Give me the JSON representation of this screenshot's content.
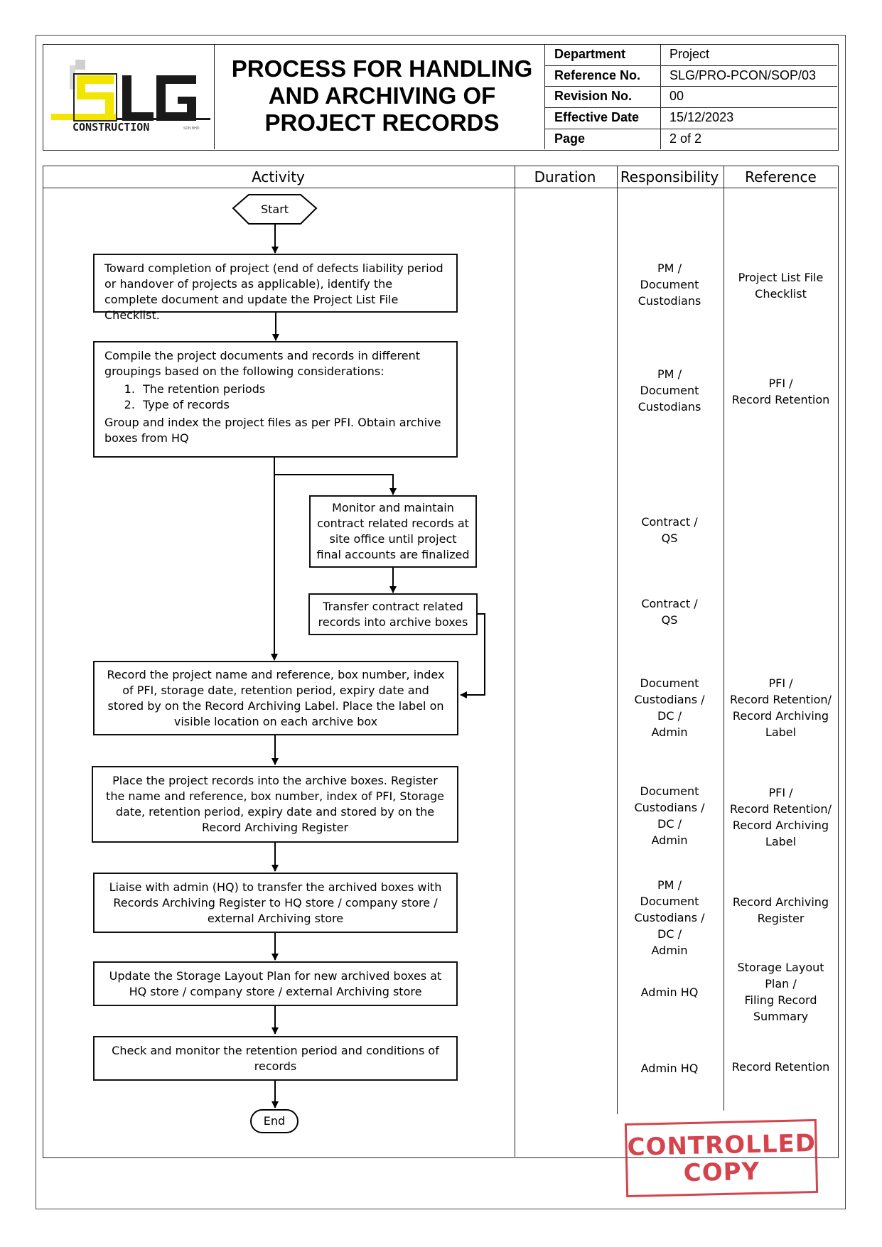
{
  "header": {
    "logo": {
      "letters": "SLG",
      "sub": "CONSTRUCTION",
      "mark": "SDN BHD"
    },
    "title_lines": [
      "PROCESS FOR HANDLING",
      "AND ARCHIVING OF",
      "PROJECT RECORDS"
    ],
    "meta": [
      {
        "label": "Department",
        "value": "Project"
      },
      {
        "label": "Reference No.",
        "value": "SLG/PRO-PCON/SOP/03"
      },
      {
        "label": "Revision No.",
        "value": "00"
      },
      {
        "label": "Effective Date",
        "value": "15/12/2023"
      },
      {
        "label": "Page",
        "value": "2 of 2"
      }
    ]
  },
  "table": {
    "columns": [
      "Activity",
      "Duration",
      "Responsibility",
      "Reference"
    ]
  },
  "flow": {
    "start": "Start",
    "end": "End",
    "step1": "Toward completion of project (end of defects liability period or handover of projects as applicable), identify the complete document and update the Project List File Checklist.",
    "step2": {
      "intro": "Compile the project documents and records in different groupings based on the following considerations:",
      "items": [
        "The retention periods",
        "Type of records"
      ],
      "outro": "Group and index the project files as per PFI. Obtain archive boxes from HQ"
    },
    "step3": "Monitor and maintain contract related records at site office until project final accounts are finalized",
    "step4": "Transfer contract related records into archive boxes",
    "step5": "Record the project name and reference, box number, index of PFI, storage date, retention period, expiry date and stored by on the Record Archiving Label. Place the label on visible location on each archive box",
    "step6": "Place the project records into the archive boxes. Register the name and reference, box number, index of PFI, Storage date, retention period, expiry date and stored by on the Record Archiving Register",
    "step7": "Liaise with admin (HQ) to transfer the archived boxes with Records Archiving Register to HQ store / company store / external Archiving store",
    "step8": "Update the Storage Layout Plan for new archived boxes at HQ store / company store / external Archiving store",
    "step9": "Check and monitor the retention period and conditions of records"
  },
  "responsibility": {
    "r1": [
      "PM /",
      "Document",
      "Custodians"
    ],
    "r2": [
      "PM /",
      "Document",
      "Custodians"
    ],
    "r3": [
      "Contract /",
      "QS"
    ],
    "r4": [
      "Contract /",
      "QS"
    ],
    "r5": [
      "Document",
      "Custodians /",
      "DC /",
      "Admin"
    ],
    "r6": [
      "Document",
      "Custodians /",
      "DC /",
      "Admin"
    ],
    "r7": [
      "PM /",
      "Document",
      "Custodians /",
      "DC /",
      "Admin"
    ],
    "r8": [
      "Admin HQ"
    ],
    "r9": [
      "Admin HQ"
    ]
  },
  "reference": {
    "f1": [
      "Project List File",
      "Checklist"
    ],
    "f2": [
      "PFI /",
      "Record Retention"
    ],
    "f5": [
      "PFI /",
      "Record Retention/",
      "Record Archiving",
      "Label"
    ],
    "f6": [
      "PFI /",
      "Record Retention/",
      "Record Archiving",
      "Label"
    ],
    "f7": [
      "Record Archiving",
      "Register"
    ],
    "f8": [
      "Storage Layout",
      "Plan /",
      "Filing Record",
      "Summary"
    ],
    "f9": [
      "Record Retention"
    ]
  },
  "stamp": [
    "CONTROLLED",
    "COPY"
  ],
  "colors": {
    "logo_yellow": "#f2e500",
    "stamp_red": "#d2353e"
  }
}
